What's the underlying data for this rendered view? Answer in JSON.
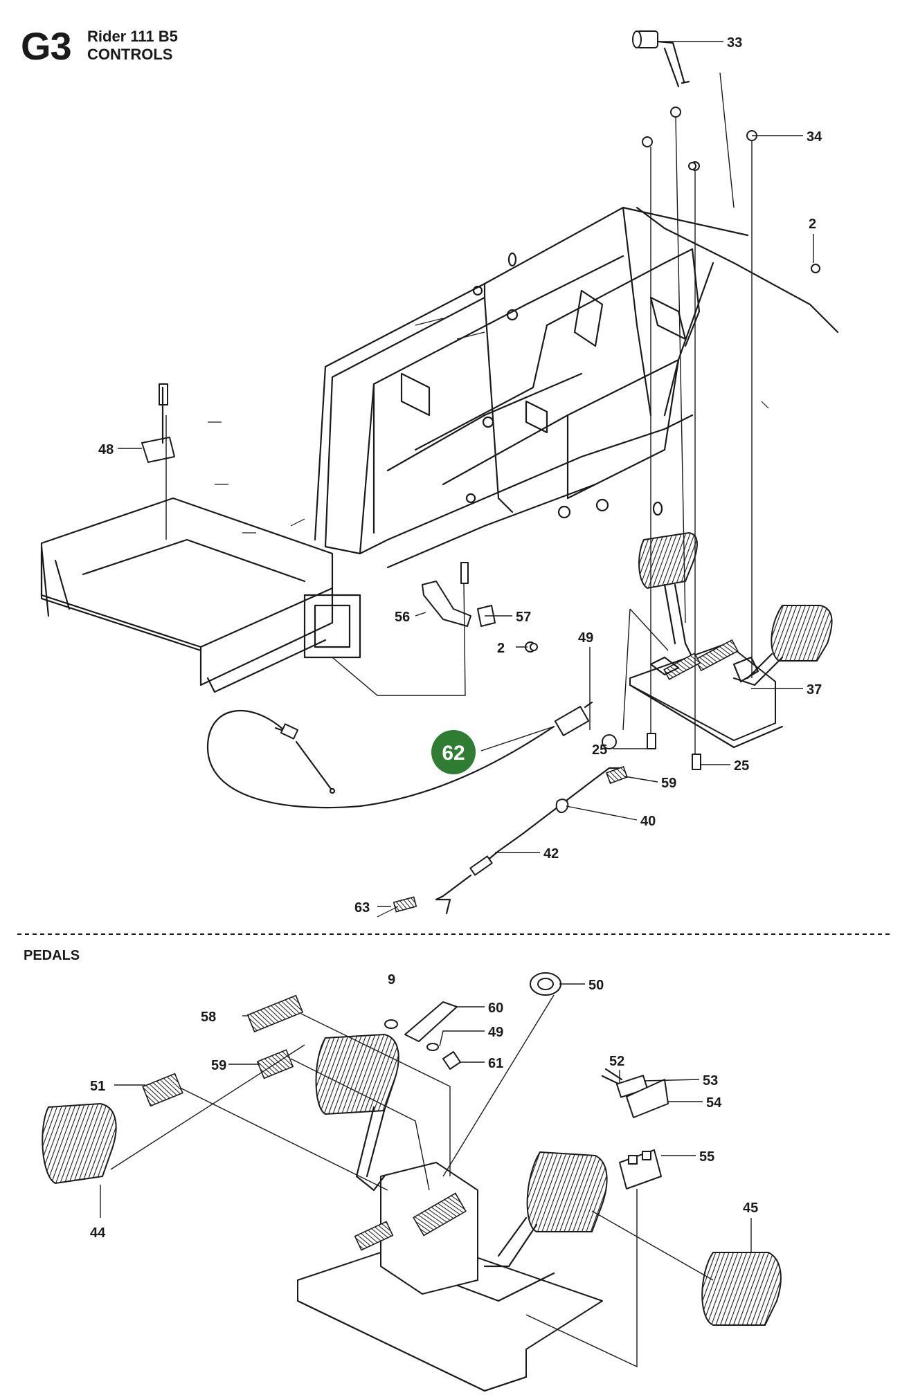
{
  "header": {
    "section_code": "G3",
    "model": "Rider 111 B5",
    "section_title": "CONTROLS"
  },
  "subsection": {
    "title": "PEDALS"
  },
  "highlight": {
    "label": "62",
    "color": "#2e7d32"
  },
  "callouts": {
    "c33": "33",
    "c34": "34",
    "c2a": "2",
    "c48": "48",
    "c56": "56",
    "c57": "57",
    "c2b": "2",
    "c49a": "49",
    "c37": "37",
    "c25a": "25",
    "c25b": "25",
    "c59a": "59",
    "c40": "40",
    "c42": "42",
    "c63": "63",
    "c9": "9",
    "c50": "50",
    "c60": "60",
    "c58": "58",
    "c49b": "49",
    "c59b": "59",
    "c61": "61",
    "c51": "51",
    "c52": "52",
    "c53": "53",
    "c54": "54",
    "c55": "55",
    "c44": "44",
    "c45": "45"
  }
}
